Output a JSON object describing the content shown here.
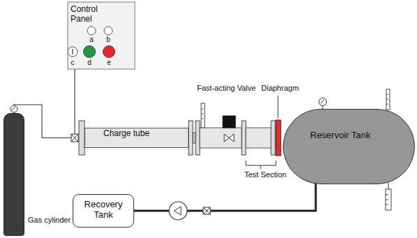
{
  "diagram": {
    "nodes": [
      {
        "text": [
          "Control Panel"
        ]
      },
      {
        "text": [
          "Gas cylinder"
        ]
      },
      {
        "text": [
          "Charge tube"
        ]
      },
      {
        "text": [
          "Reservoir Tank"
        ]
      },
      {
        "text": [
          "Recovery Tank"
        ]
      }
    ],
    "edges": [
      {
        "from": 1,
        "to": 2,
        "arrow": "none"
      },
      {
        "from": 0,
        "to": 2,
        "arrow": "none"
      },
      {
        "from": 4,
        "to": 3,
        "arrow": "none"
      }
    ],
    "labels": [
      "a",
      "b",
      "c",
      "d",
      "e",
      "Fast-acting Valve",
      "Diaphragm",
      "Test Section"
    ]
  }
}
